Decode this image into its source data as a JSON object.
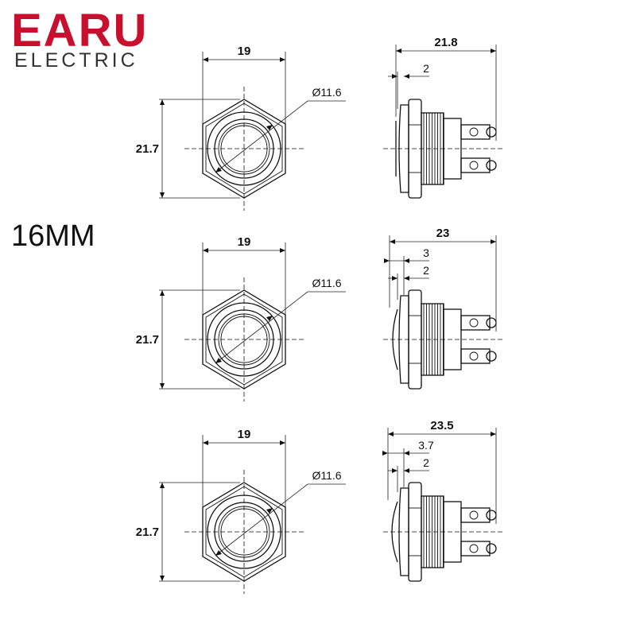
{
  "brand": {
    "name": "EARU",
    "subtitle": "ELECTRIC",
    "name_color": "#c8102e",
    "subtitle_color": "#333333"
  },
  "size_label": "16MM",
  "drawings": [
    {
      "front": {
        "width": "19",
        "height": "21.7",
        "diameter": "Ø11.6"
      },
      "side": {
        "length": "21.8",
        "head": "",
        "flange": "2"
      }
    },
    {
      "front": {
        "width": "19",
        "height": "21.7",
        "diameter": "Ø11.6"
      },
      "side": {
        "length": "23",
        "head": "3",
        "flange": "2"
      }
    },
    {
      "front": {
        "width": "19",
        "height": "21.7",
        "diameter": "Ø11.6"
      },
      "side": {
        "length": "23.5",
        "head": "3.7",
        "flange": "2"
      }
    }
  ]
}
